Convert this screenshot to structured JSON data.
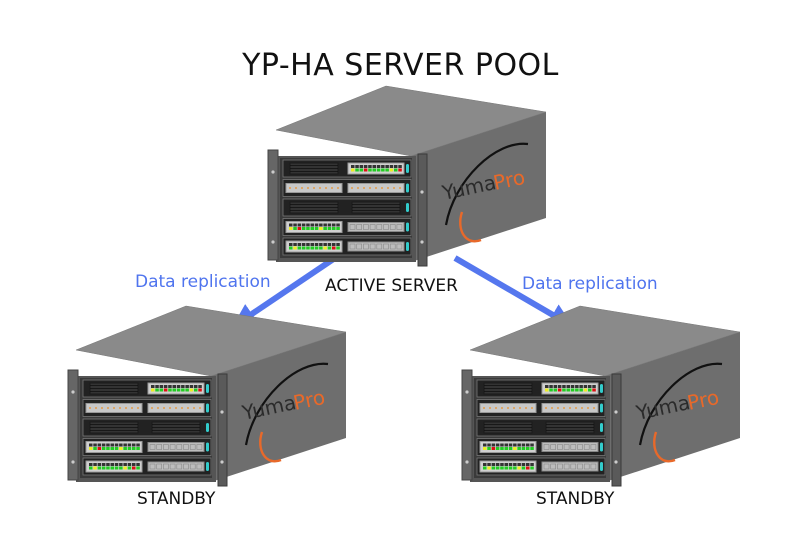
{
  "title": "YP-HA SERVER POOL",
  "nodes": [
    {
      "id": "active",
      "label": "ACTIVE SERVER",
      "brand": "YumaPro"
    },
    {
      "id": "standby-left",
      "label": "STANDBY",
      "brand": "YumaPro"
    },
    {
      "id": "standby-right",
      "label": "STANDBY",
      "brand": "YumaPro"
    }
  ],
  "edges": [
    {
      "from": "active",
      "to": "standby-left",
      "label": "Data replication"
    },
    {
      "from": "active",
      "to": "standby-right",
      "label": "Data replication"
    }
  ],
  "brand": {
    "part1": "Yuma",
    "part2": "Pro"
  },
  "colors": {
    "arrow": "#5577ee",
    "label_blue": "#4f74ee",
    "brand_orange": "#e8692a",
    "chassis_front": "#3a3a3a",
    "chassis_side": "#6e6e6e",
    "chassis_top": "#8a8a8a",
    "led_green": "#22cc22",
    "led_yellow": "#eeee22",
    "led_red": "#dd1111",
    "status_cyan": "#33cccc"
  }
}
